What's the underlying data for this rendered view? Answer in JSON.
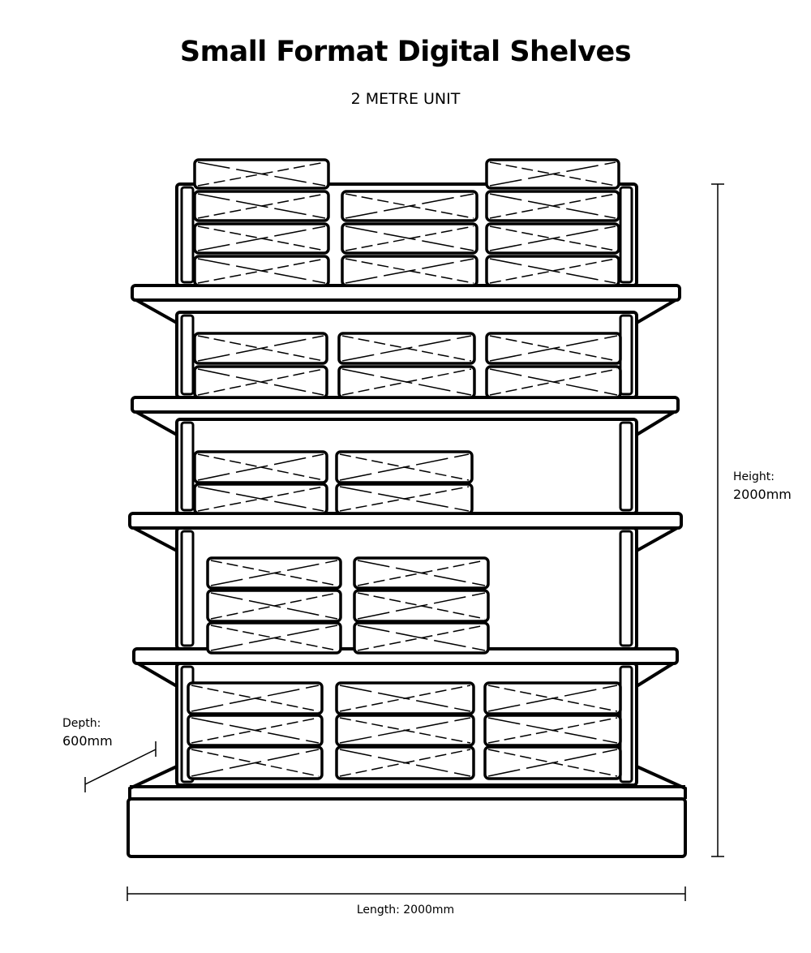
{
  "title": "Small Format Digital Shelves",
  "subtitle": "2 METRE UNIT",
  "dimensions": {
    "height_label": "Height:",
    "height_value": "2000mm",
    "depth_label": "Depth:",
    "depth_value": "600mm",
    "length_text": "Length: 2000mm"
  },
  "colors": {
    "line": "#000000",
    "background": "#ffffff"
  }
}
